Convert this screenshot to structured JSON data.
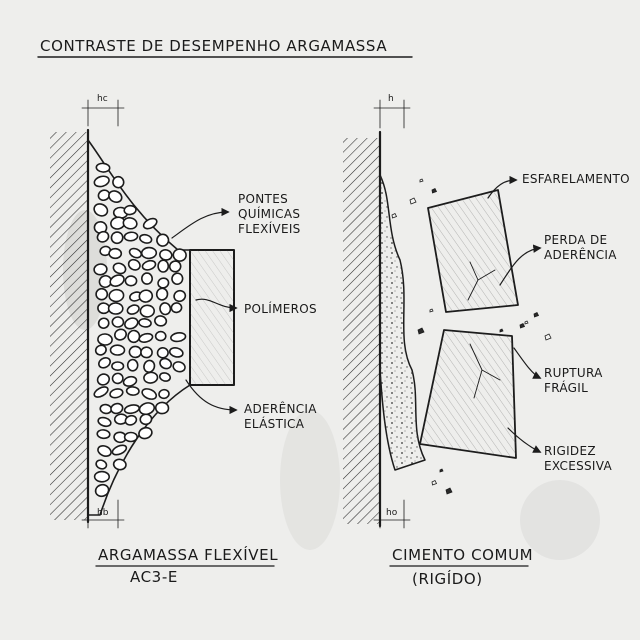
{
  "title": "CONTRASTE DE DESEMPENHO ARGAMASSA",
  "left": {
    "name": "ARGAMASSA FLEXÍVEL",
    "code": "AC3-E",
    "dim_top": "hc",
    "dim_bottom": "hb",
    "callouts": [
      {
        "line1": "PONTES",
        "line2": "QUÍMICAS",
        "line3": "FLEXÍVEIS"
      },
      {
        "line1": "POLÍMEROS"
      },
      {
        "line1": "ADERÊNCIA",
        "line2": "ELÁSTICA"
      }
    ]
  },
  "right": {
    "name": "CIMENTO COMUM",
    "subtitle": "(RIGÍDO)",
    "dim_top": "h",
    "dim_bottom": "ho",
    "callouts": [
      {
        "line1": "ESFARELAMENTO"
      },
      {
        "line1": "PERDA DE",
        "line2": "ADERÊNCIA"
      },
      {
        "line1": "RUPTURA",
        "line2": "FRÁGIL"
      },
      {
        "line1": "RIGIDEZ",
        "line2": "EXCESSIVA"
      }
    ]
  }
}
